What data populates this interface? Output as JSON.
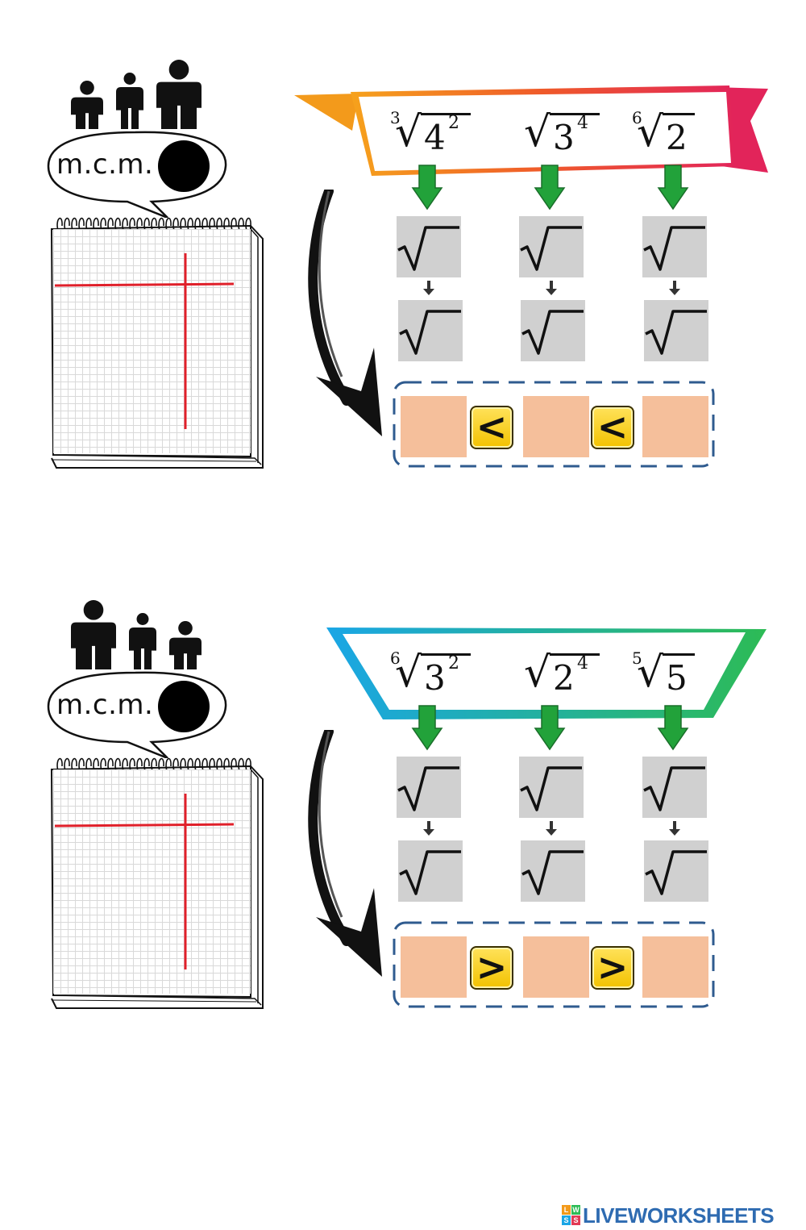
{
  "footer": {
    "brand": "LIVEWORKSHEETS",
    "logo_letters": [
      "L",
      "W",
      "S",
      "S"
    ]
  },
  "colors": {
    "peach": "#f5bf9b",
    "grey_box": "#d0d0d0",
    "comparator": "#f5cc1a",
    "green_arrow": "#22a23a",
    "red_lines": "#e0202a",
    "dash_border": "#2f5b8f",
    "banner1": [
      "#f39a1b",
      "#e23a55"
    ],
    "banner2": [
      "#1aa6e6",
      "#2dbb55"
    ],
    "brand_blue": "#2e6bb1"
  },
  "exercises": [
    {
      "mcm_label": "m.c.m.",
      "mcm_answer": "",
      "radicals": [
        {
          "index": "3",
          "base": "4",
          "exponent": "2"
        },
        {
          "index": "",
          "base": "3",
          "exponent": "4"
        },
        {
          "index": "6",
          "base": "2",
          "exponent": ""
        }
      ],
      "comparators": [
        "<",
        "<"
      ],
      "order_answers": [
        "",
        "",
        ""
      ]
    },
    {
      "mcm_label": "m.c.m.",
      "mcm_answer": "",
      "radicals": [
        {
          "index": "6",
          "base": "3",
          "exponent": "2"
        },
        {
          "index": "",
          "base": "2",
          "exponent": "4"
        },
        {
          "index": "5",
          "base": "5",
          "exponent": ""
        }
      ],
      "comparators": [
        ">",
        ">"
      ],
      "order_answers": [
        "",
        "",
        ""
      ]
    }
  ]
}
